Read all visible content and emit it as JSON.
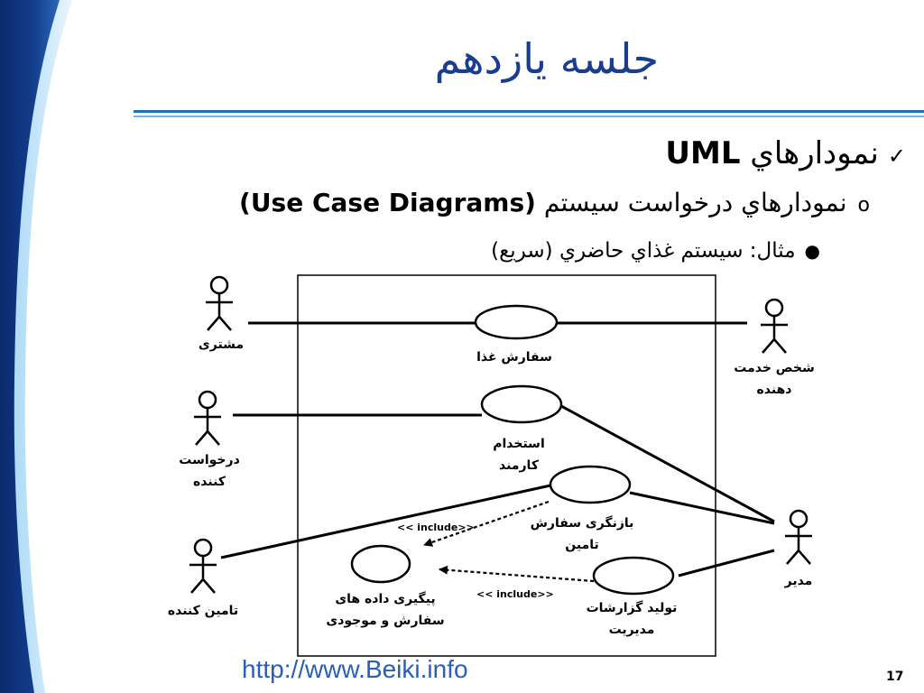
{
  "slide": {
    "title": "جلسه يازدهم",
    "bullet1": {
      "text": "نمودارهاي ",
      "english": "UML"
    },
    "bullet2": {
      "text": "نمودارهاي درخواست سيستم ",
      "english": "(Use Case Diagrams)"
    },
    "bullet3": {
      "text": "مثال: سيستم غذاي حاضري (سريع)"
    },
    "footer_url": "http://www.Beiki.info",
    "page_number": "17"
  },
  "diagram": {
    "actors": [
      {
        "id": "customer",
        "label": "مشترى"
      },
      {
        "id": "requester",
        "label": "درخواست\nكننده"
      },
      {
        "id": "supplier",
        "label": "تامين كننده"
      },
      {
        "id": "service",
        "label": "شخص خدمت\nدهنده"
      },
      {
        "id": "manager",
        "label": "مدير"
      }
    ],
    "use_cases": [
      {
        "id": "order_food",
        "label": "سفارش غذا"
      },
      {
        "id": "hire_staff",
        "label": "استخدام\nكارمند"
      },
      {
        "id": "restock",
        "label": "بازنگرى سفارش\nتامين"
      },
      {
        "id": "track_data",
        "label": "پيگيرى داده هاى\nسفارش و موجودى"
      },
      {
        "id": "reports",
        "label": "توليد گزارشات\nمديريت"
      }
    ],
    "include_label": "<< include>>",
    "colors": {
      "line": "#000000",
      "title": "#1a3d8f",
      "accent": "#1a73b8"
    }
  }
}
